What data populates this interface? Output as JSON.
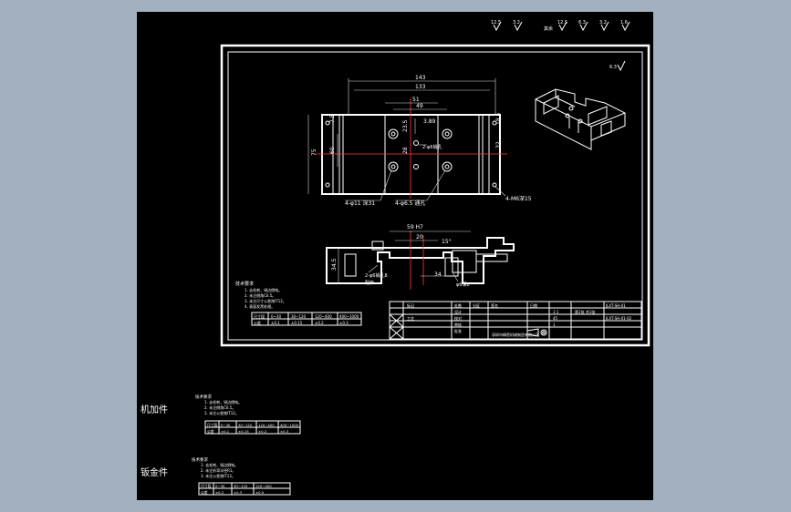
{
  "roughness_marks": {
    "top_left": [
      "12.5",
      "3.2"
    ],
    "top_right": [
      "12.5",
      "6.3",
      "3.2",
      "1.6"
    ],
    "under_label": "其余",
    "sheet_mark": "6.3"
  },
  "plan_view": {
    "dims": {
      "overall_width": "143",
      "inner_width": "133",
      "slot_width": "51",
      "hole_spacing_x": "49",
      "height": "75",
      "hole_spacing_y": "60",
      "edge_top": "7.5",
      "right_height": "32",
      "right_small": "18.5",
      "mid_a": "23.5",
      "mid_b": "28",
      "offset": "3.89"
    },
    "callouts": {
      "holes_m": "4-φ11 深31",
      "holes_small": "4-φ6.5 通孔",
      "holes_edge": "4-M6深15",
      "pin_holes": "2-φ6销孔"
    }
  },
  "section_view": {
    "dims": {
      "fit": "59 H7",
      "inner": "20",
      "angle": "15°",
      "height": "34.5",
      "bottom": "34"
    },
    "callouts": {
      "pin": "2-φ6销孔8",
      "pin_note": "配作",
      "bore": "φ6深8"
    }
  },
  "notes": {
    "heading": "技术要求",
    "items": [
      "1. 去毛刺，锐边倒钝。",
      "2. 未注倒角C0.5。",
      "3. 未注尺寸公差按IT12。",
      "4. 表面发黑处理。"
    ]
  },
  "tolerance_table": {
    "header": [
      "尺寸段",
      "0~30",
      "30~120",
      "120~400",
      "400~1000"
    ],
    "row": [
      "公差",
      "±0.1",
      "±0.15",
      "±0.2",
      "±0.3"
    ]
  },
  "title_block": {
    "drawing_no": "JLXT-SH-01",
    "part_no": "JLXT-SH-01-02",
    "scale": "1:1",
    "material": "45",
    "quantity": "1",
    "sheet": "第1张 共1张",
    "company": "深圳市精密机械制造有限公司",
    "rows": [
      "设计",
      "校对",
      "审核",
      "批准",
      "工艺"
    ],
    "labels": [
      "标记",
      "处数",
      "分区",
      "签名",
      "日期"
    ]
  },
  "lower_sections": [
    {
      "label": "机加件",
      "heading": "技术要求",
      "items": [
        "1. 去毛刺，锐边倒钝。",
        "2. 未注倒角C0.5。",
        "3. 未注公差按IT12。"
      ],
      "table_header": [
        "尺寸段",
        "0~30",
        "30~120",
        "120~400",
        "400~1000"
      ],
      "table_row": [
        "公差",
        "±0.1",
        "±0.15",
        "±0.2",
        "±0.3"
      ]
    },
    {
      "label": "钣金件",
      "heading": "技术要求",
      "items": [
        "1. 去毛刺，锐边倒钝。",
        "2. 未注折弯半径R1。",
        "3. 未注公差按IT13。"
      ],
      "table_header": [
        "尺寸段",
        "0~30",
        "30~120",
        "120~400"
      ],
      "table_row": [
        "公差",
        "±0.2",
        "±0.3",
        "±0.5"
      ]
    }
  ]
}
